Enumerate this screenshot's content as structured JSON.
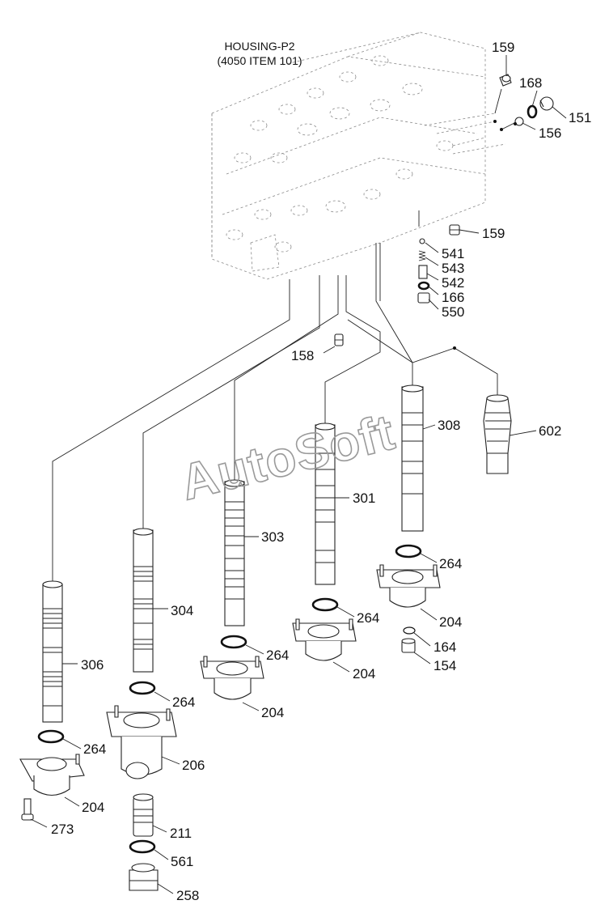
{
  "housing": {
    "line1": "HOUSING-P2",
    "line2": "(4050 ITEM 101)"
  },
  "watermark": "AutoSoft",
  "labels": {
    "l159a": "159",
    "l168": "168",
    "l151": "151",
    "l156": "156",
    "l159b": "159",
    "l541": "541",
    "l543": "543",
    "l542": "542",
    "l166": "166",
    "l550": "550",
    "l158": "158",
    "l308": "308",
    "l602": "602",
    "l301": "301",
    "l303": "303",
    "l304": "304",
    "l306": "306",
    "l264a": "264",
    "l264b": "264",
    "l264c": "264",
    "l264d": "264",
    "l264e": "264",
    "l204a": "204",
    "l204b": "204",
    "l204c": "204",
    "l204d": "204",
    "l164": "164",
    "l154": "154",
    "l206": "206",
    "l273": "273",
    "l211": "211",
    "l561": "561",
    "l258": "258"
  }
}
